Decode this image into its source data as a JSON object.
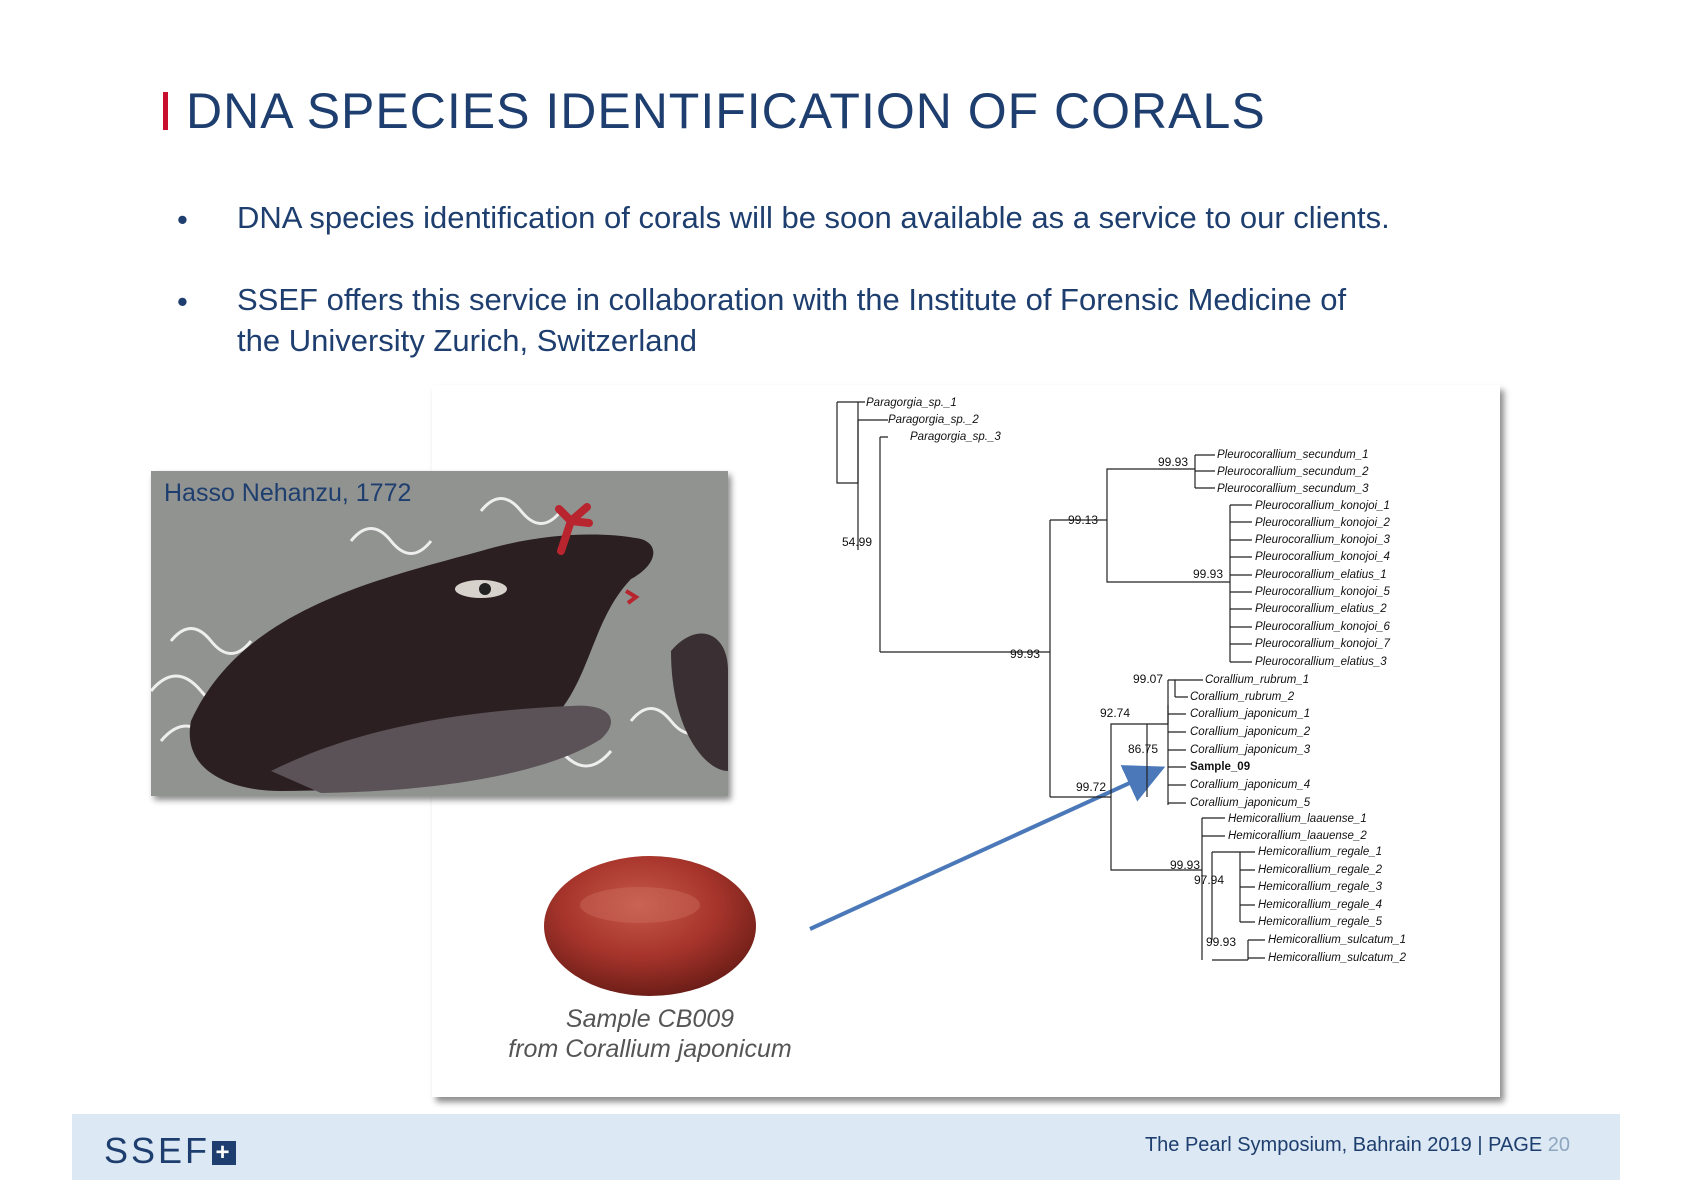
{
  "slide": {
    "title": "DNA SPECIES IDENTIFICATION OF CORALS",
    "bullets": [
      "DNA species identification of corals will be soon available as a service to our clients.",
      "SSEF offers this service in collaboration with the Institute of Forensic Medicine of",
      "the University Zurich, Switzerland"
    ],
    "bullet_symbol": "•"
  },
  "painting": {
    "label": "Hasso Nehanzu, 1772"
  },
  "gem": {
    "caption_line1": "Sample CB009",
    "caption_line2": "from Corallium japonicum"
  },
  "tree": {
    "taxa": [
      "Paragorgia_sp._1",
      "Paragorgia_sp._2",
      "Paragorgia_sp._3",
      "Pleurocorallium_secundum_1",
      "Pleurocorallium_secundum_2",
      "Pleurocorallium_secundum_3",
      "Pleurocorallium_konojoi_1",
      "Pleurocorallium_konojoi_2",
      "Pleurocorallium_konojoi_3",
      "Pleurocorallium_konojoi_4",
      "Pleurocorallium_elatius_1",
      "Pleurocorallium_konojoi_5",
      "Pleurocorallium_elatius_2",
      "Pleurocorallium_konojoi_6",
      "Pleurocorallium_konojoi_7",
      "Pleurocorallium_elatius_3",
      "Corallium_rubrum_1",
      "Corallium_rubrum_2",
      "Corallium_japonicum_1",
      "Corallium_japonicum_2",
      "Corallium_japonicum_3",
      "Sample_09",
      "Corallium_japonicum_4",
      "Corallium_japonicum_5",
      "Hemicorallium_laauense_1",
      "Hemicorallium_laauense_2",
      "Hemicorallium_regale_1",
      "Hemicorallium_regale_2",
      "Hemicorallium_regale_3",
      "Hemicorallium_regale_4",
      "Hemicorallium_regale_5",
      "Hemicorallium_sulcatum_1",
      "Hemicorallium_sulcatum_2"
    ],
    "support_values": [
      "54.99",
      "99.93",
      "99.13",
      "99.93",
      "99.93",
      "99.07",
      "92.74",
      "86.75",
      "99.72",
      "99.93",
      "97.94",
      "99.93"
    ]
  },
  "footer": {
    "logo": "SSEF",
    "logo_symbol": "+",
    "event": "The Pearl Symposium, Bahrain 2019 | PAGE",
    "page": "20"
  },
  "colors": {
    "title": "#1d3e6e",
    "accent": "#c8102e",
    "arrow": "#4a78b8",
    "footer_bg": "#dce8f3"
  }
}
